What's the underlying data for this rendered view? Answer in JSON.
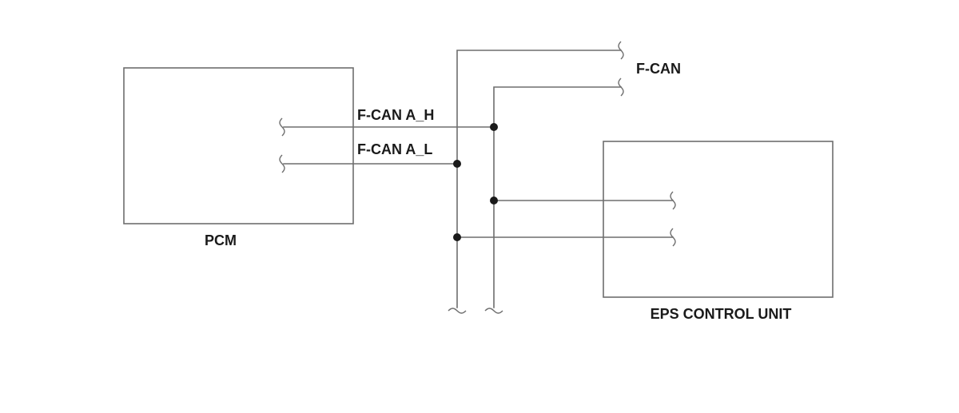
{
  "labels": {
    "pcm": "PCM",
    "eps": "EPS CONTROL UNIT",
    "fcan_bus": "F-CAN",
    "fcan_ah": "F-CAN A_H",
    "fcan_al": "F-CAN A_L"
  },
  "colors": {
    "line": "#6e6e6e",
    "node": "#1a1a1a",
    "text": "#1a1a1a"
  }
}
